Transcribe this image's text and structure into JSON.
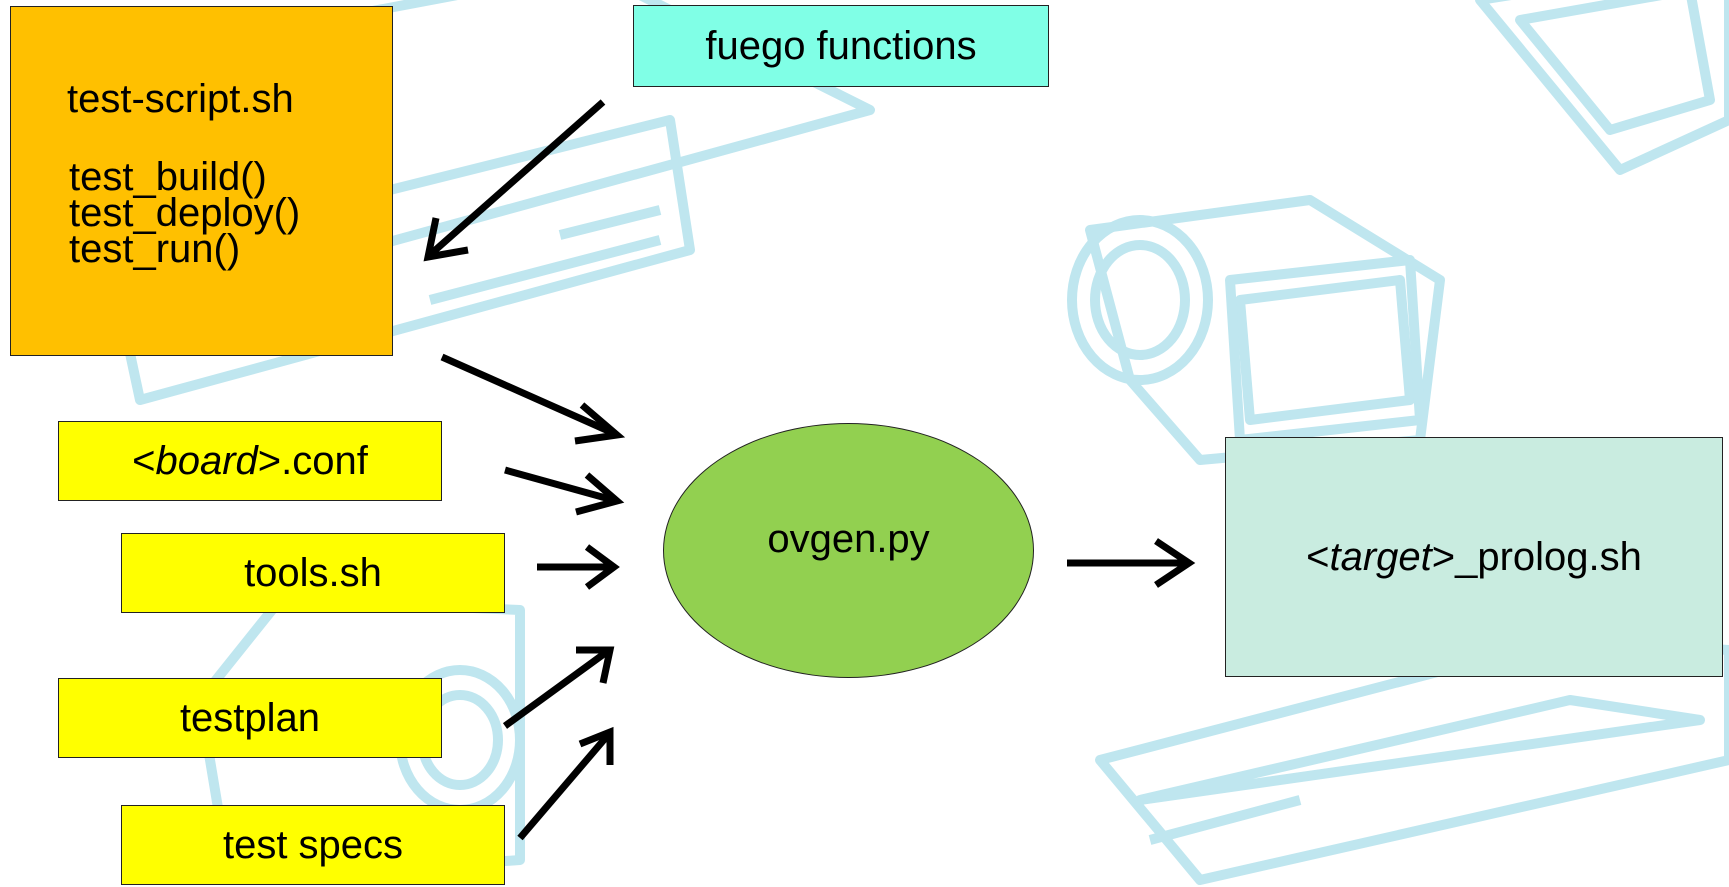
{
  "script": {
    "title": "test-script.sh",
    "functions": [
      "test_build()",
      "test_deploy()",
      "test_run()"
    ]
  },
  "fuego": {
    "label": "fuego functions"
  },
  "board": {
    "prefix": "<",
    "name": "board",
    "suffix": ">.conf"
  },
  "tools": {
    "label": "tools.sh"
  },
  "testplan": {
    "label": "testplan"
  },
  "specs": {
    "label": "test specs"
  },
  "ovgen": {
    "label": "ovgen.py"
  },
  "target": {
    "prefix": "<",
    "name": "target",
    "suffix": ">_prolog.sh"
  },
  "colors": {
    "script_box": "#ffc000",
    "fuego_box": "#80ffe6",
    "input_boxes": "#ffff00",
    "ovgen": "#92d050",
    "target_box": "#c9ece0",
    "background_art": "#bfe6ef"
  }
}
